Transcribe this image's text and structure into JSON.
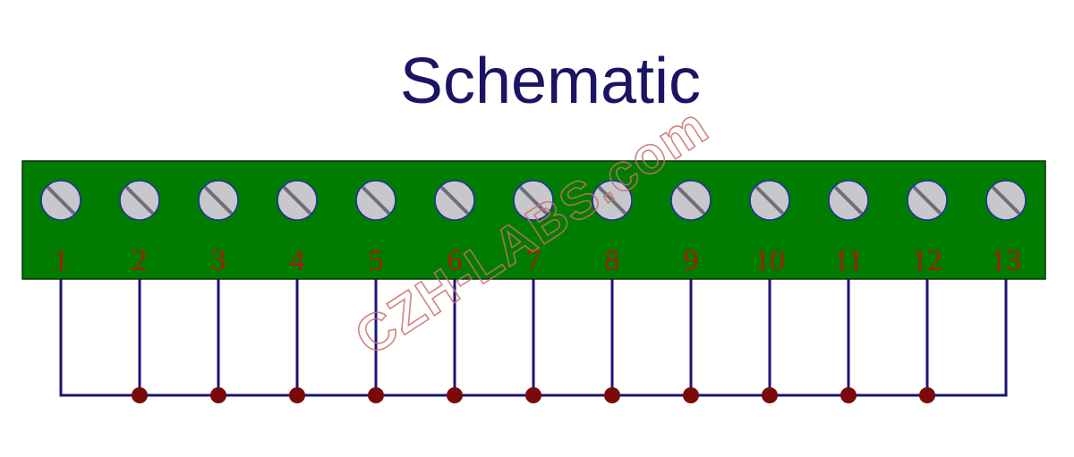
{
  "title": "Schematic",
  "watermark": "CZH-LABS.com",
  "terminal_block": {
    "pin_labels": [
      "1",
      "2",
      "3",
      "4",
      "5",
      "6",
      "7",
      "8",
      "9",
      "10",
      "11",
      "12",
      "13"
    ]
  },
  "colors": {
    "board": "#007c00",
    "board_border": "#0b2f0b",
    "screw_fill": "#c8c8cc",
    "screw_border": "#20309a",
    "slot": "#6e6e78",
    "wire": "#1b1478",
    "junction": "#7a0a0a",
    "pin_label": "#a31c12",
    "title": "#1b1464",
    "watermark": "#c9706a"
  }
}
